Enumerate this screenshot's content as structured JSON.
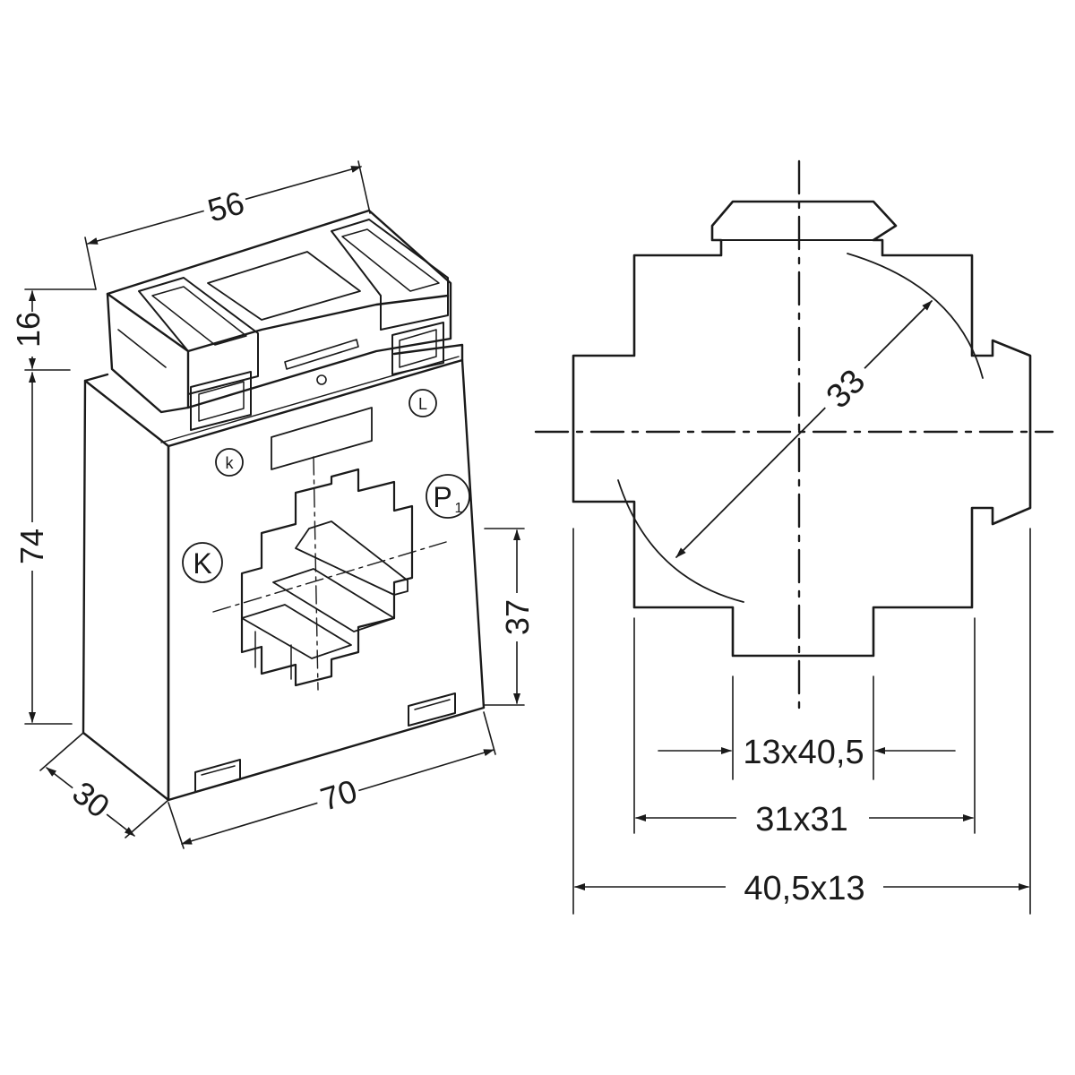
{
  "colors": {
    "ink": "#1a1a1a",
    "background": "#ffffff"
  },
  "iso_view": {
    "dims": {
      "top_width": "56",
      "cap_height": "16",
      "body_height": "74",
      "window_height": "37",
      "depth": "30",
      "front_width": "70"
    },
    "markings": {
      "k_small": "k",
      "l_small": "L",
      "k_large": "K",
      "p1_letter": "P",
      "p1_sub": "1"
    }
  },
  "section_view": {
    "dims": {
      "diameter": "33",
      "bus_a": "13x40,5",
      "bus_square": "31x31",
      "bus_b": "40,5x13"
    }
  }
}
